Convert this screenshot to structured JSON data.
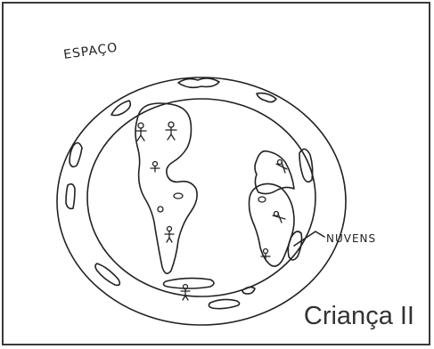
{
  "labels": {
    "space": "ESPAÇO",
    "clouds": "NUVENS"
  },
  "caption": "Criança II",
  "colors": {
    "ink": "#222222",
    "frame": "#3a3a3a",
    "background": "#ffffff"
  }
}
